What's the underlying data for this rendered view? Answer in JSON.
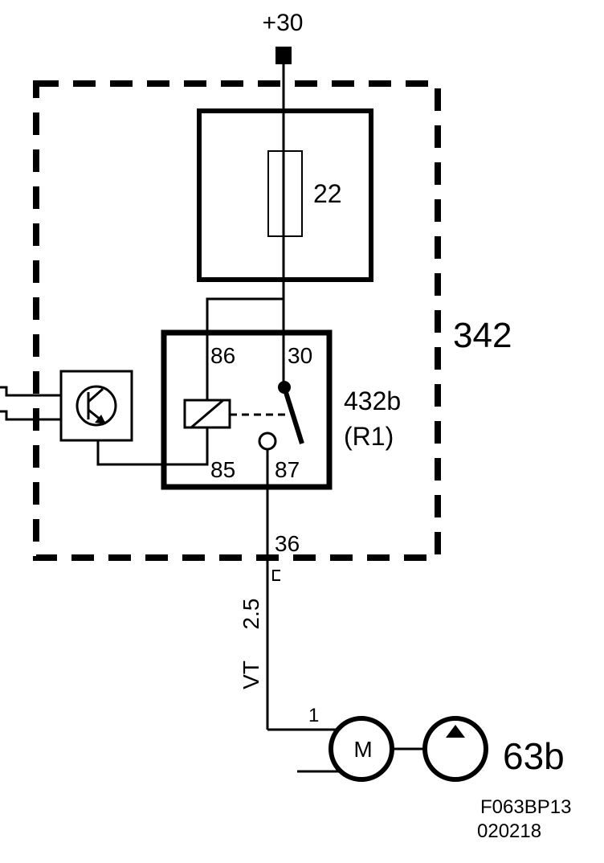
{
  "supply": {
    "label": "+30"
  },
  "module": {
    "id": "342"
  },
  "fuse": {
    "id": "22"
  },
  "relay": {
    "id": "432b",
    "ref": "(R1)",
    "pins": {
      "p86": "86",
      "p30": "30",
      "p85": "85",
      "p87": "87"
    }
  },
  "connector": {
    "pin": "36"
  },
  "wire": {
    "gauge": "2.5",
    "color": "VT"
  },
  "motor": {
    "pin": "1",
    "symbol": "M"
  },
  "pump": {
    "id": "63b"
  },
  "footer": {
    "code": "F063BP13",
    "date": "020218"
  }
}
